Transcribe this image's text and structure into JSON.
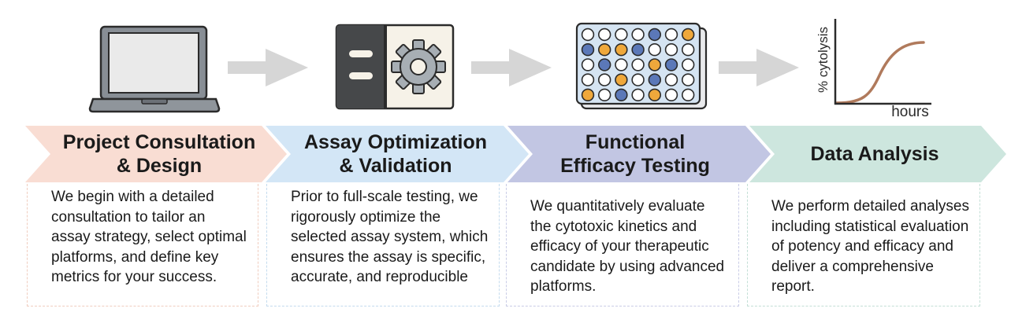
{
  "steps": [
    {
      "title": "Project Consultation\n& Design",
      "description": "We begin with a detailed consultation to tailor an assay strategy, select optimal platforms, and define key metrics for your success.",
      "color": "#f9ddd3",
      "border_color": "#f0cdbf",
      "icon": "laptop-icon"
    },
    {
      "title": "Assay Optimization\n& Validation",
      "description": "Prior to full-scale testing, we rigorously optimize the selected assay system, which ensures the assay is specific, accurate, and reproducible",
      "color": "#d3e6f6",
      "border_color": "#c4dbee",
      "icon": "settings-panel-icon"
    },
    {
      "title": "Functional\nEfficacy Testing",
      "description": "We quantitatively evaluate the cytotoxic kinetics and efficacy of your therapeutic candidate by using advanced platforms.",
      "color": "#c2c6e3",
      "border_color": "#c9cce6",
      "icon": "well-plate-icon"
    },
    {
      "title": "Data Analysis",
      "description": "We perform detailed analyses including statistical evaluation of potency and efficacy and deliver a comprehensive report.",
      "color": "#cde6de",
      "border_color": "#c3dfd6",
      "icon": "line-chart-icon"
    }
  ],
  "chart": {
    "ylabel": "% cytolysis",
    "xlabel": "hours",
    "curve_color": "#b07a5c"
  },
  "plate": {
    "rows": [
      [
        "e",
        "e",
        "e",
        "e",
        "b",
        "e",
        "o"
      ],
      [
        "b",
        "o",
        "o",
        "b",
        "e",
        "e",
        "e"
      ],
      [
        "e",
        "b",
        "e",
        "e",
        "o",
        "b",
        "e"
      ],
      [
        "e",
        "e",
        "o",
        "e",
        "b",
        "e",
        "e"
      ],
      [
        "o",
        "e",
        "b",
        "e",
        "o",
        "e",
        "e"
      ]
    ],
    "colors": {
      "e": "#ffffff",
      "b": "#5b78b8",
      "o": "#efa83b"
    }
  }
}
